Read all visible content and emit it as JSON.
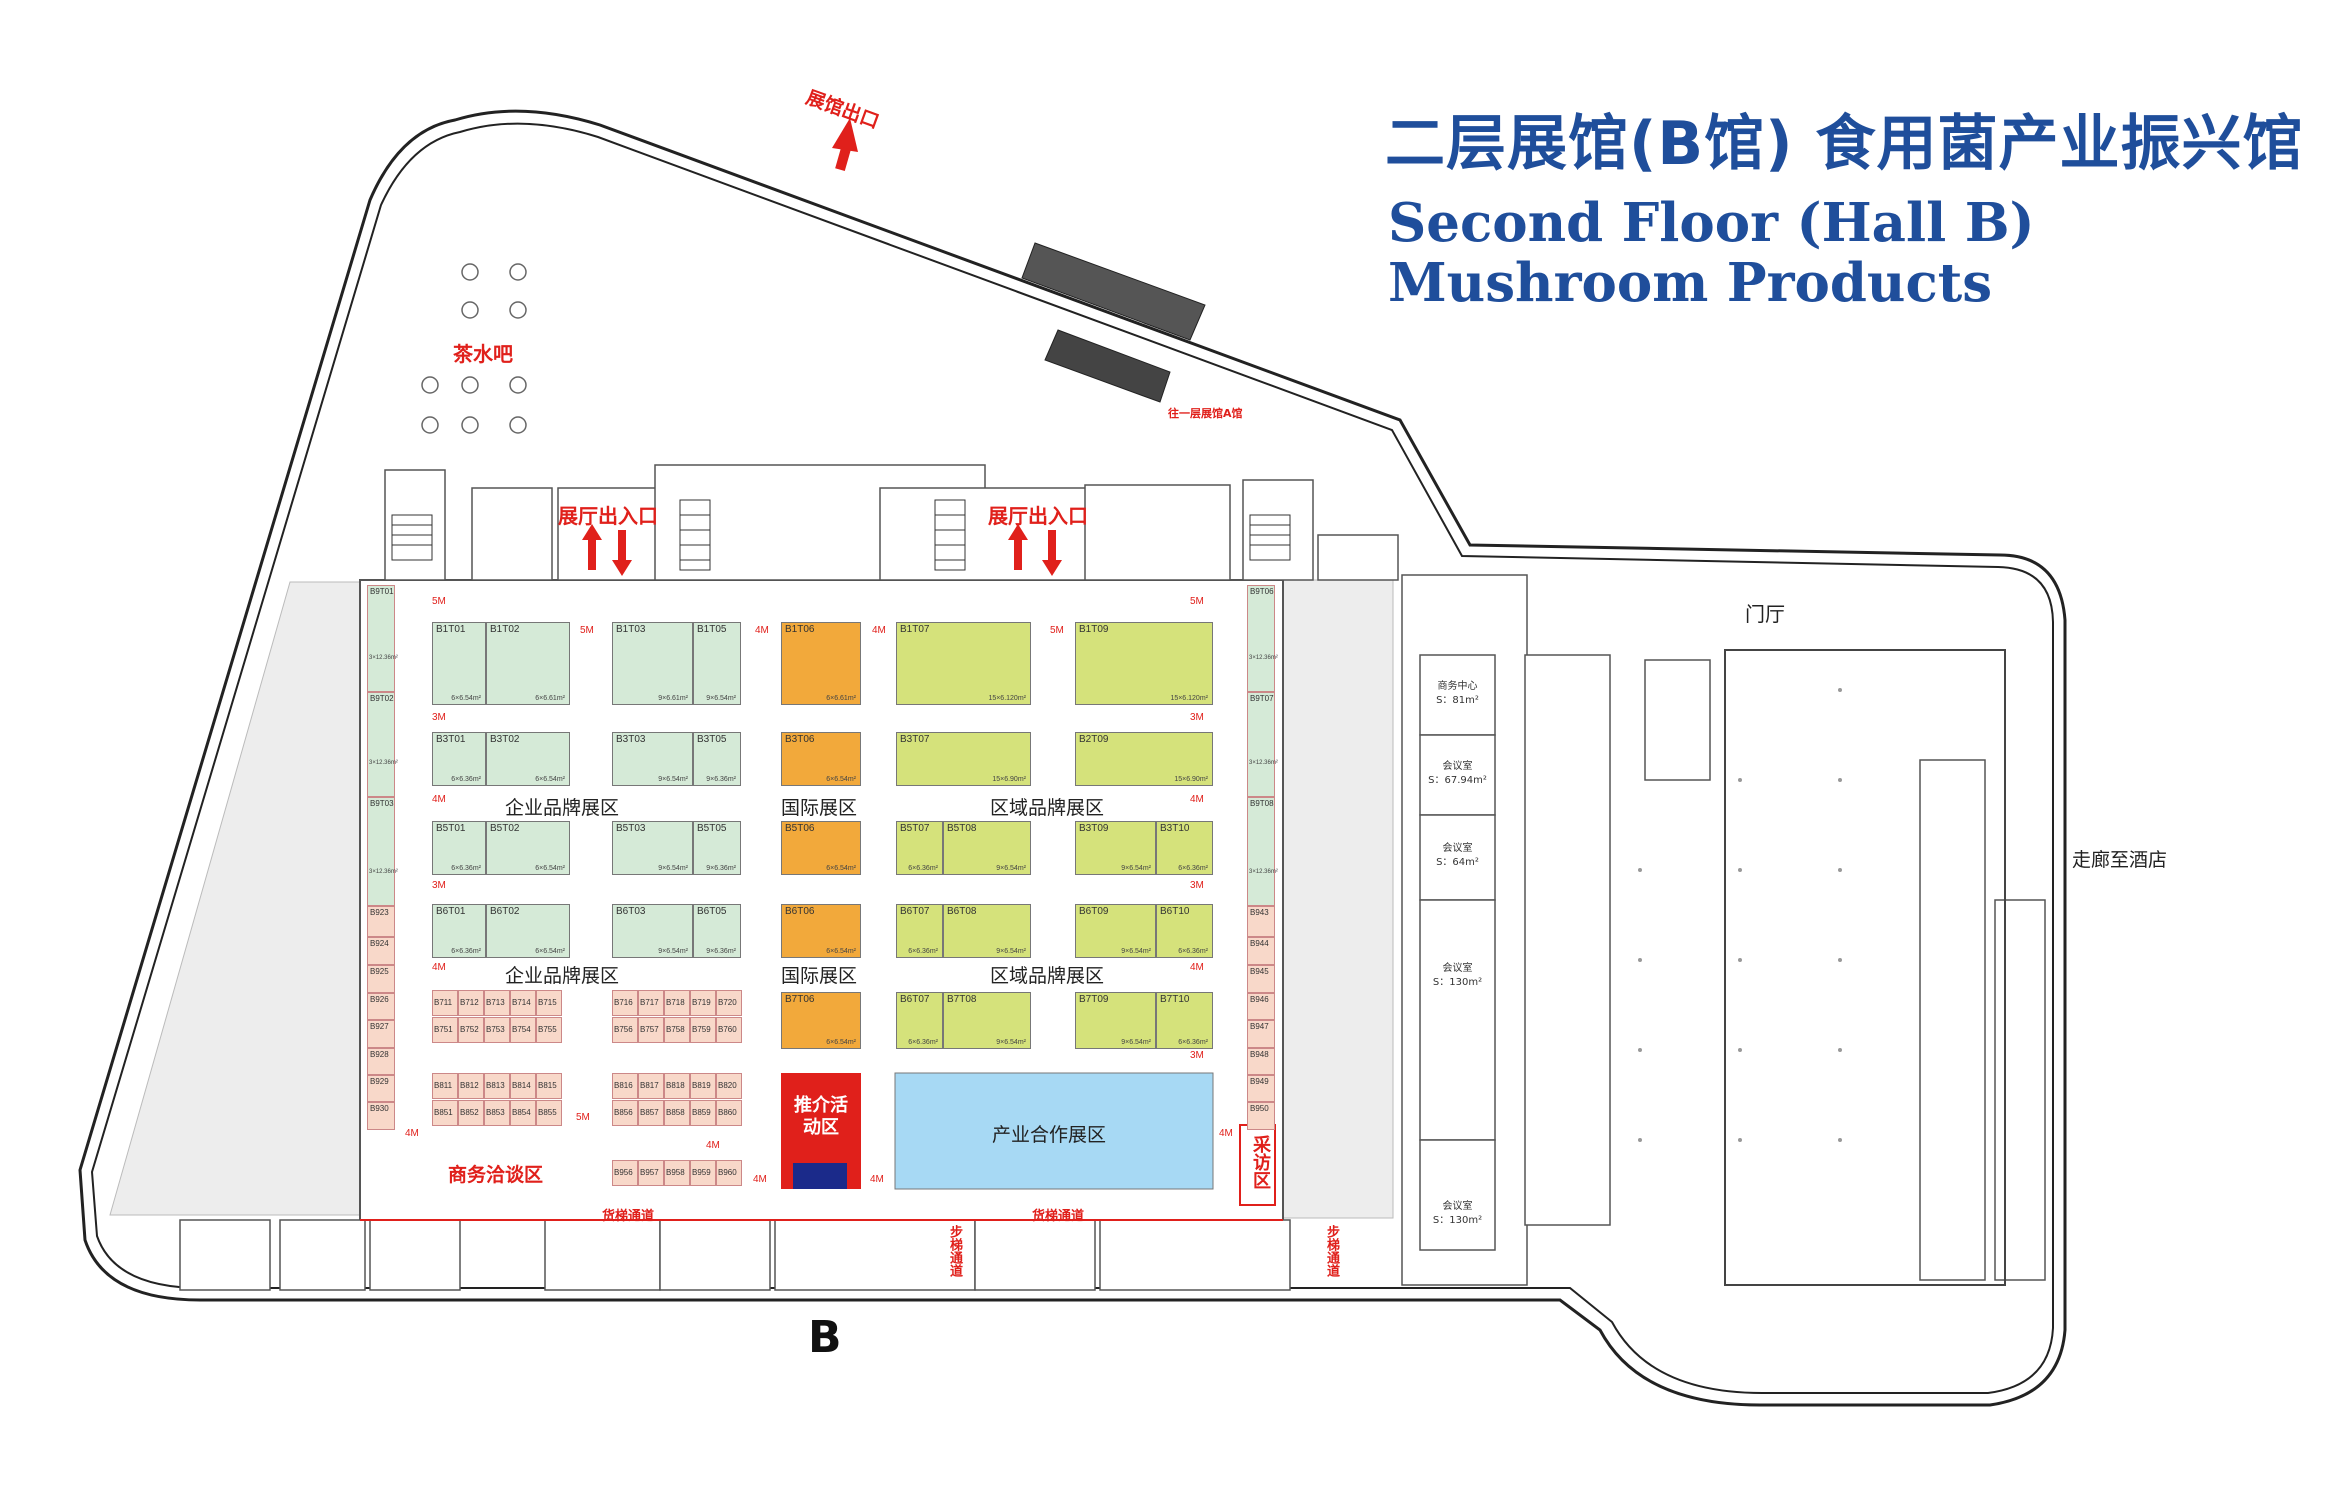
{
  "header": {
    "title_cn": "二层展馆(B馆) 食用菌产业振兴馆",
    "title_en_line1": "Second Floor (Hall B)",
    "title_en_line2": "Mushroom Products"
  },
  "colors": {
    "title_blue": "#1f4e9b",
    "label_red": "#e0201b",
    "enterprise_green": "#d5ead7",
    "international_orange": "#f2a93b",
    "regional_lime": "#d5e27b",
    "industry_blue": "#a7d9f4",
    "side_booth_pink": "#f8d8c9"
  },
  "labels": {
    "hall_exit": "展馆出口",
    "tea_bar": "茶水吧",
    "entrance_left": "展厅出入口",
    "entrance_right": "展厅出入口",
    "to_hall_a": "往一层展馆A馆",
    "lobby": "门厅",
    "corridor_hotel": "走廊至酒店",
    "business_area": "商务洽谈区",
    "freight_left": "货梯通道",
    "freight_right": "货梯通道",
    "stair_left": "步梯通道",
    "stair_right": "步梯通道",
    "interview_area": "采访区",
    "promo_area": "推介活动区",
    "hall_letter": "B"
  },
  "zones": {
    "enterprise_1": "企业品牌展区",
    "international_1": "国际展区",
    "regional_1": "区域品牌展区",
    "enterprise_2": "企业品牌展区",
    "international_2": "国际展区",
    "regional_2": "区域品牌展区",
    "industry": "产业合作展区"
  },
  "aisles": {
    "w5": "5M",
    "w4": "4M",
    "w3": "3M"
  },
  "rooms": [
    {
      "name": "商务中心",
      "area": "S：81m²"
    },
    {
      "name": "会议室",
      "area": "S：67.94m²"
    },
    {
      "name": "会议室",
      "area": "S：64m²"
    },
    {
      "name": "会议室",
      "area": "S：130m²"
    },
    {
      "name": "会议室",
      "area": "S：130m²"
    }
  ],
  "booths": [
    {
      "id": "B1T01",
      "area": "6×6.54m²",
      "c": "green"
    },
    {
      "id": "B1T02",
      "area": "6×6.61m²",
      "c": "green"
    },
    {
      "id": "B1T03",
      "area": "9×6.61m²",
      "c": "green"
    },
    {
      "id": "B1T05",
      "area": "9×6.54m²",
      "c": "green"
    },
    {
      "id": "B1T06",
      "area": "6×6.61m²",
      "c": "orange"
    },
    {
      "id": "B1T07",
      "area": "15×6.120m²",
      "c": "lime"
    },
    {
      "id": "B1T09",
      "area": "15×6.120m²",
      "c": "lime"
    },
    {
      "id": "B3T01",
      "area": "6×6.36m²",
      "c": "green"
    },
    {
      "id": "B3T02",
      "area": "6×6.54m²",
      "c": "green"
    },
    {
      "id": "B3T03",
      "area": "9×6.54m²",
      "c": "green"
    },
    {
      "id": "B3T05",
      "area": "9×6.36m²",
      "c": "green"
    },
    {
      "id": "B3T06",
      "area": "6×6.54m²",
      "c": "orange"
    },
    {
      "id": "B3T07",
      "area": "15×6.90m²",
      "c": "lime"
    },
    {
      "id": "B2T09",
      "area": "15×6.90m²",
      "c": "lime"
    },
    {
      "id": "B5T01",
      "area": "6×6.36m²",
      "c": "green"
    },
    {
      "id": "B5T02",
      "area": "6×6.54m²",
      "c": "green"
    },
    {
      "id": "B5T03",
      "area": "9×6.54m²",
      "c": "green"
    },
    {
      "id": "B5T05",
      "area": "9×6.36m²",
      "c": "green"
    },
    {
      "id": "B5T06",
      "area": "6×6.54m²",
      "c": "orange"
    },
    {
      "id": "B5T07",
      "area": "6×6.36m²",
      "c": "lime"
    },
    {
      "id": "B5T08",
      "area": "9×6.54m²",
      "c": "lime"
    },
    {
      "id": "B3T09",
      "area": "9×6.54m²",
      "c": "lime"
    },
    {
      "id": "B3T10",
      "area": "6×6.36m²",
      "c": "lime"
    },
    {
      "id": "B6T01",
      "area": "6×6.36m²",
      "c": "green"
    },
    {
      "id": "B6T02",
      "area": "6×6.54m²",
      "c": "green"
    },
    {
      "id": "B6T03",
      "area": "9×6.54m²",
      "c": "green"
    },
    {
      "id": "B6T05",
      "area": "9×6.36m²",
      "c": "green"
    },
    {
      "id": "B6T06",
      "area": "6×6.54m²",
      "c": "orange"
    },
    {
      "id": "B6T07",
      "area": "6×6.36m²",
      "c": "lime"
    },
    {
      "id": "B6T08",
      "area": "9×6.54m²",
      "c": "lime"
    },
    {
      "id": "B6T09",
      "area": "9×6.54m²",
      "c": "lime"
    },
    {
      "id": "B6T10",
      "area": "6×6.36m²",
      "c": "lime"
    },
    {
      "id": "B7T06",
      "area": "6×6.54m²",
      "c": "orange"
    },
    {
      "id": "B6T07",
      "area": "6×6.36m²",
      "c": "lime"
    },
    {
      "id": "B7T08",
      "area": "9×6.54m²",
      "c": "lime"
    },
    {
      "id": "B7T09",
      "area": "9×6.54m²",
      "c": "lime"
    },
    {
      "id": "B7T10",
      "area": "6×6.36m²",
      "c": "lime"
    }
  ],
  "side_booths_left": [
    "B9T01",
    "B9T02",
    "B9T03",
    "B923",
    "B924",
    "B925",
    "B926",
    "B927",
    "B928",
    "B929",
    "B930"
  ],
  "side_booths_right": [
    "B9T06",
    "B9T07",
    "B9T08",
    "B943",
    "B944",
    "B945",
    "B946",
    "B947",
    "B948",
    "B949",
    "B950"
  ],
  "side_areas": [
    "3×12.36m²",
    "3×12.36m²",
    "3×12.36m²"
  ],
  "grid_booths": [
    [
      "B711",
      "B712",
      "B713",
      "B714",
      "B715"
    ],
    [
      "B751",
      "B752",
      "B753",
      "B754",
      "B755"
    ],
    [
      "B716",
      "B717",
      "B718",
      "B719",
      "B720"
    ],
    [
      "B756",
      "B757",
      "B758",
      "B759",
      "B760"
    ],
    [
      "B811",
      "B812",
      "B813",
      "B814",
      "B815"
    ],
    [
      "B851",
      "B852",
      "B853",
      "B854",
      "B855"
    ],
    [
      "B816",
      "B817",
      "B818",
      "B819",
      "B820"
    ],
    [
      "B856",
      "B857",
      "B858",
      "B859",
      "B860"
    ],
    [
      "B956",
      "B957",
      "B958",
      "B959",
      "B960"
    ]
  ]
}
